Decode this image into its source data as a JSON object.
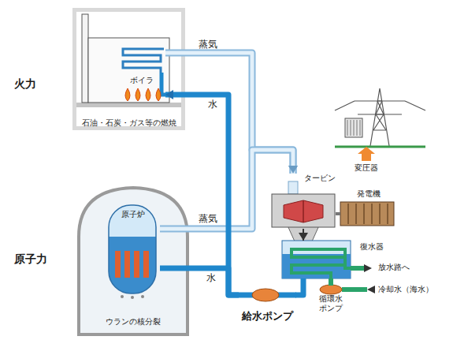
{
  "diagram": {
    "nodes": [
      {
        "text": [
          "火力",
          "石油・石炭・ガス等の燃焼"
        ]
      },
      {
        "text": [
          "ボイラ"
        ],
        "in": 0
      },
      {
        "text": [
          "原子力",
          "ウランの核分裂"
        ]
      },
      {
        "text": [
          "原子炉"
        ],
        "in": 2
      },
      {
        "text": [
          "タービン"
        ]
      },
      {
        "text": [
          "発電機"
        ]
      },
      {
        "text": [
          "変圧器"
        ]
      },
      {
        "text": [
          "復水器"
        ]
      },
      {
        "text": [
          "給水ポンプ"
        ]
      },
      {
        "text": [
          "循環水ポンプ"
        ]
      }
    ],
    "edges": [
      {
        "from": 1,
        "to": 4,
        "label": "蒸気",
        "arrow": "to"
      },
      {
        "from": 3,
        "to": 4,
        "label": "蒸気",
        "arrow": "to"
      },
      {
        "from": 4,
        "to": 5,
        "arrow": "none"
      },
      {
        "from": 4,
        "to": 7,
        "arrow": "to"
      },
      {
        "from": 7,
        "to": 8,
        "arrow": "none"
      },
      {
        "from": 8,
        "to": 1,
        "label": "水",
        "arrow": "to"
      },
      {
        "from": 8,
        "to": 3,
        "label": "水",
        "arrow": "none"
      },
      {
        "from": 9,
        "to": 7,
        "arrow": "none"
      }
    ],
    "labels": [
      "放水路へ",
      "冷却水（海水）"
    ]
  }
}
